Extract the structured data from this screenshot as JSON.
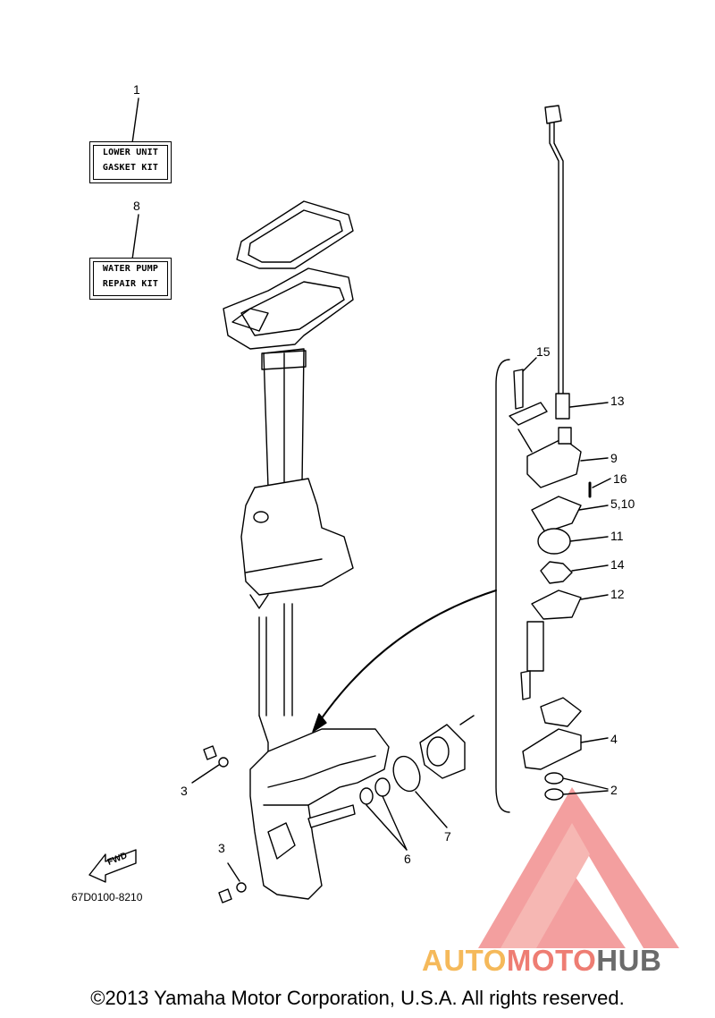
{
  "kits": {
    "gasket": {
      "number": "1",
      "line1": "LOWER UNIT",
      "line2": "GASKET KIT"
    },
    "water_pump": {
      "number": "8",
      "line1": "WATER PUMP",
      "line2": "REPAIR KIT"
    }
  },
  "callouts": {
    "c15": "15",
    "c13": "13",
    "c9": "9",
    "c16": "16",
    "c5_10": "5,10",
    "c11": "11",
    "c14": "14",
    "c12": "12",
    "c4": "4",
    "c2": "2",
    "c3_upper": "3",
    "c3_lower": "3",
    "c6": "6",
    "c7": "7"
  },
  "fwd_label": "FWD",
  "diagram_code": "67D0100-8210",
  "copyright": "©2013 Yamaha Motor Corporation, U.S.A. All rights reserved.",
  "watermark": {
    "part1": "AUTO",
    "part2": "MOTO",
    "part3": "HUB",
    "colors": {
      "auto": "#f5b95a",
      "moto": "#ee7d73",
      "hub": "#6b6b6b",
      "logo": "#f08080"
    }
  }
}
